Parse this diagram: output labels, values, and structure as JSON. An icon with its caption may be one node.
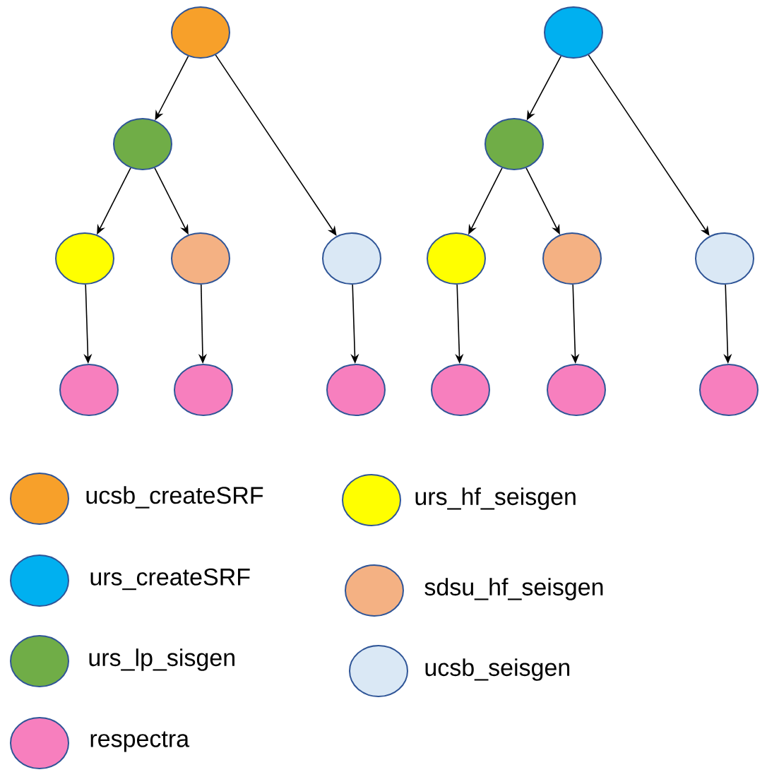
{
  "diagram": {
    "nodes": [
      {
        "text": [],
        "shape": "circle"
      },
      {
        "text": [],
        "shape": "circle"
      },
      {
        "text": [],
        "shape": "circle"
      },
      {
        "text": [],
        "shape": "circle"
      },
      {
        "text": [],
        "shape": "circle"
      },
      {
        "text": [],
        "shape": "circle"
      },
      {
        "text": [],
        "shape": "circle"
      },
      {
        "text": [],
        "shape": "circle"
      },
      {
        "text": [],
        "shape": "circle"
      },
      {
        "text": [],
        "shape": "circle"
      },
      {
        "text": [],
        "shape": "circle"
      },
      {
        "text": [],
        "shape": "circle"
      },
      {
        "text": [],
        "shape": "circle"
      },
      {
        "text": [],
        "shape": "circle"
      },
      {
        "text": [],
        "shape": "circle"
      },
      {
        "text": [],
        "shape": "circle"
      }
    ],
    "edges": [
      {
        "from": 0,
        "to": 2,
        "arrow": "to"
      },
      {
        "from": 0,
        "to": 6,
        "arrow": "to"
      },
      {
        "from": 1,
        "to": 3,
        "arrow": "to"
      },
      {
        "from": 1,
        "to": 9,
        "arrow": "to"
      },
      {
        "from": 2,
        "to": 4,
        "arrow": "to"
      },
      {
        "from": 2,
        "to": 5,
        "arrow": "to"
      },
      {
        "from": 3,
        "to": 7,
        "arrow": "to"
      },
      {
        "from": 3,
        "to": 8,
        "arrow": "to"
      },
      {
        "from": 4,
        "to": 10,
        "arrow": "to"
      },
      {
        "from": 5,
        "to": 11,
        "arrow": "to"
      },
      {
        "from": 6,
        "to": 12,
        "arrow": "to"
      },
      {
        "from": 7,
        "to": 13,
        "arrow": "to"
      },
      {
        "from": 8,
        "to": 14,
        "arrow": "to"
      },
      {
        "from": 9,
        "to": 15,
        "arrow": "to"
      }
    ],
    "legend": [
      {
        "text": "ucsb_createSRF",
        "color": "#f7a02a"
      },
      {
        "text": "urs_createSRF",
        "color": "#00b0f0"
      },
      {
        "text": "urs_lp_sisgen",
        "color": "#70ad47"
      },
      {
        "text": "respectra",
        "color": "#f77fbe"
      },
      {
        "text": "urs_hf_seisgen",
        "color": "#ffff00"
      },
      {
        "text": "sdsu_hf_seisgen",
        "color": "#f4b183"
      },
      {
        "text": "ucsb_seisgen",
        "color": "#dae8f5"
      }
    ]
  }
}
